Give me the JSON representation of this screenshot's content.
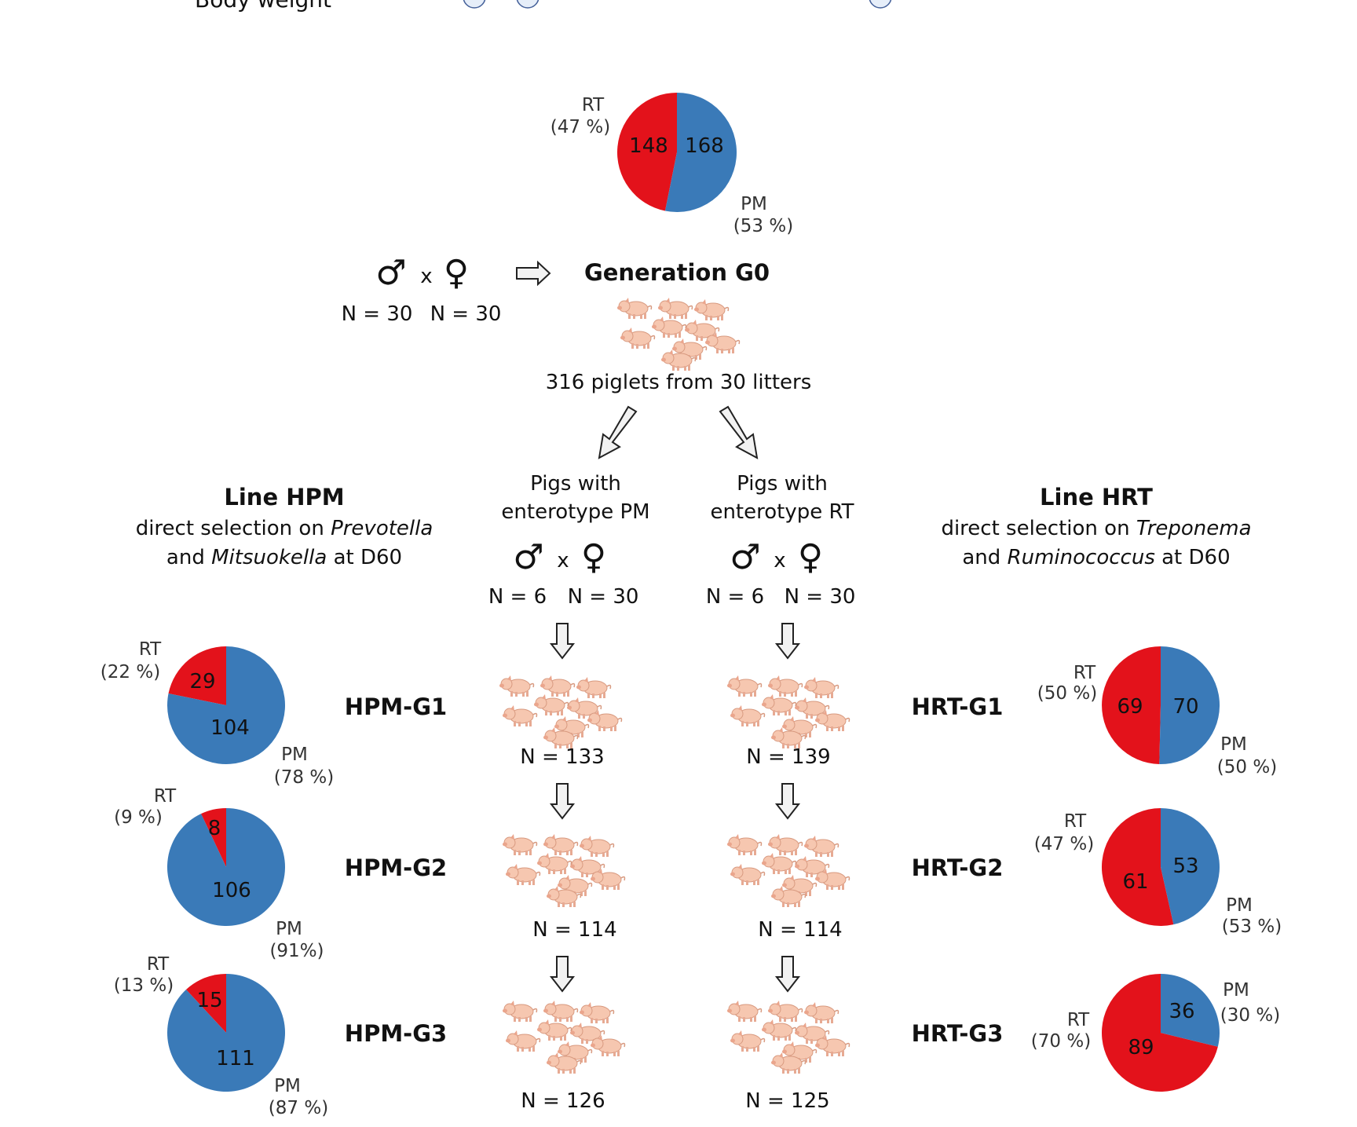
{
  "top_cut_label": "Body weight",
  "colors": {
    "rt": "#e3121b",
    "pm": "#3a7ab8",
    "arrow_fill": "#f2f2f2",
    "pig": "#f6c7b0"
  },
  "g0": {
    "title": "Generation G0",
    "male_symbol": "♂",
    "cross": "x",
    "female_symbol": "♀",
    "male_n": "N = 30",
    "female_n": "N = 30",
    "piglets": "316 piglets from 30 litters",
    "pie": {
      "rt": 148,
      "pm": 168,
      "rt_label": "RT",
      "rt_pct": "(47 %)",
      "pm_label": "PM",
      "pm_pct": "(53 %)"
    }
  },
  "columns": {
    "pm": {
      "heading_1": "Pigs with",
      "heading_2": "enterotype PM",
      "male_n": "N = 6",
      "female_n": "N = 30",
      "counts": [
        "N = 133",
        "N = 114",
        "N = 126"
      ]
    },
    "rt": {
      "heading_1": "Pigs with",
      "heading_2": "enterotype RT",
      "male_n": "N = 6",
      "female_n": "N = 30",
      "counts": [
        "N = 139",
        "N = 114",
        "N = 125"
      ]
    }
  },
  "line_hpm": {
    "title": "Line HPM",
    "desc_1_pre": "direct selection on ",
    "desc_1_em": "Prevotella",
    "desc_2_pre": "and ",
    "desc_2_em": "Mitsuokella",
    "desc_2_post": " at D60",
    "generations": [
      {
        "name": "HPM-G1",
        "rt": 29,
        "pm": 104,
        "rt_label": "RT",
        "rt_pct": "(22 %)",
        "pm_label": "PM",
        "pm_pct": "(78 %)"
      },
      {
        "name": "HPM-G2",
        "rt": 8,
        "pm": 106,
        "rt_label": "RT",
        "rt_pct": "(9 %)",
        "pm_label": "PM",
        "pm_pct": "(91%)"
      },
      {
        "name": "HPM-G3",
        "rt": 15,
        "pm": 111,
        "rt_label": "RT",
        "rt_pct": "(13 %)",
        "pm_label": "PM",
        "pm_pct": "(87 %)"
      }
    ]
  },
  "line_hrt": {
    "title": "Line HRT",
    "desc_1_pre": "direct selection on ",
    "desc_1_em": "Treponema",
    "desc_2_pre": "and ",
    "desc_2_em": "Ruminococcus",
    "desc_2_post": " at D60",
    "generations": [
      {
        "name": "HRT-G1",
        "rt": 69,
        "pm": 70,
        "rt_label": "RT",
        "rt_pct": "(50 %)",
        "pm_label": "PM",
        "pm_pct": "(50 %)"
      },
      {
        "name": "HRT-G2",
        "rt": 61,
        "pm": 53,
        "rt_label": "RT",
        "rt_pct": "(47 %)",
        "pm_label": "PM",
        "pm_pct": "(53 %)"
      },
      {
        "name": "HRT-G3",
        "rt": 89,
        "pm": 36,
        "rt_label": "RT",
        "rt_pct": "(70 %)",
        "pm_label": "PM",
        "pm_pct": "(30 %)"
      }
    ]
  }
}
